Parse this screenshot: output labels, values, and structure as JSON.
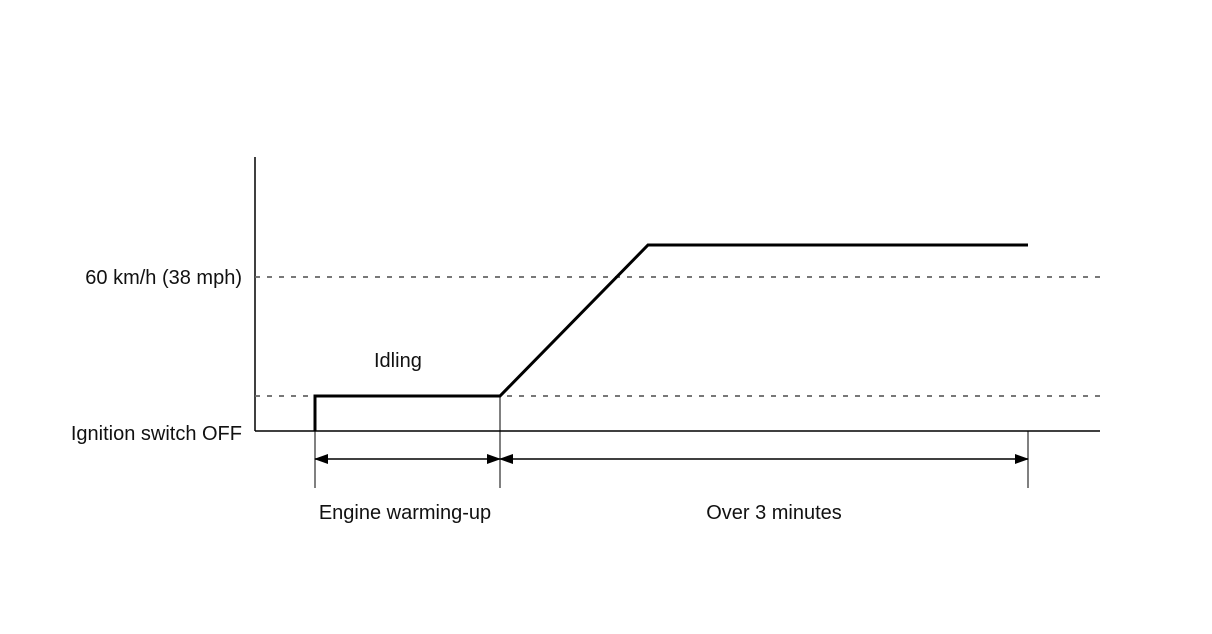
{
  "diagram": {
    "levels": {
      "speed_label": "60 km/h (38 mph)",
      "ignition_label": "Ignition switch OFF",
      "idling_label": "Idling"
    },
    "phases": {
      "warmup_label": "Engine warming-up",
      "drive_label": "Over 3 minutes"
    },
    "colors": {
      "line": "#000000",
      "dashed_line": "#666666",
      "text": "#111111"
    }
  }
}
